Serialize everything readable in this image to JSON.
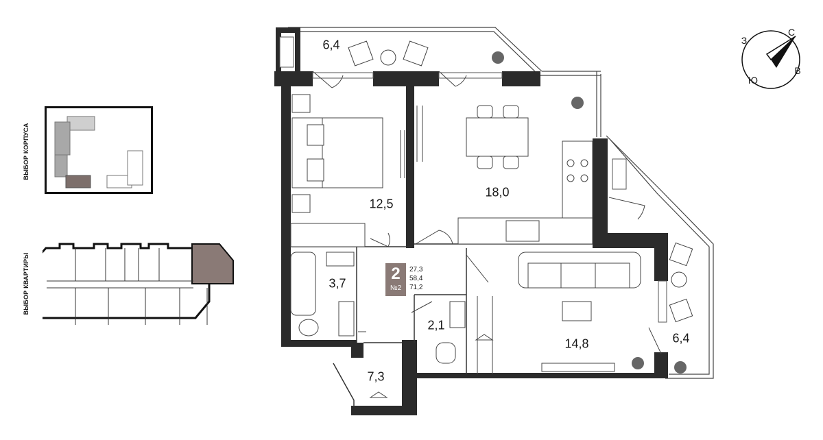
{
  "selectors": {
    "building_label": "ВЫБОР КОРПУСА",
    "apartment_label": "ВЫБОР КВАРТИРЫ"
  },
  "apartment": {
    "rooms": "2",
    "number": "№2",
    "area_living": "27,3",
    "area_useful": "58,4",
    "area_total": "71,2"
  },
  "rooms": {
    "balcony_top": "6,4",
    "bedroom": "12,5",
    "kitchen_dining": "18,0",
    "bathroom": "3,7",
    "wc": "2,1",
    "hall": "7,3",
    "living": "14,8",
    "balcony_right": "6,4"
  },
  "compass": {
    "north": "С",
    "west": "З",
    "east": "В",
    "south": "Ю"
  },
  "colors": {
    "wall": "#2b2b2b",
    "selected": "#8a7a76",
    "building_other": "#a8a8a8",
    "building_light": "#cfcfcf"
  }
}
